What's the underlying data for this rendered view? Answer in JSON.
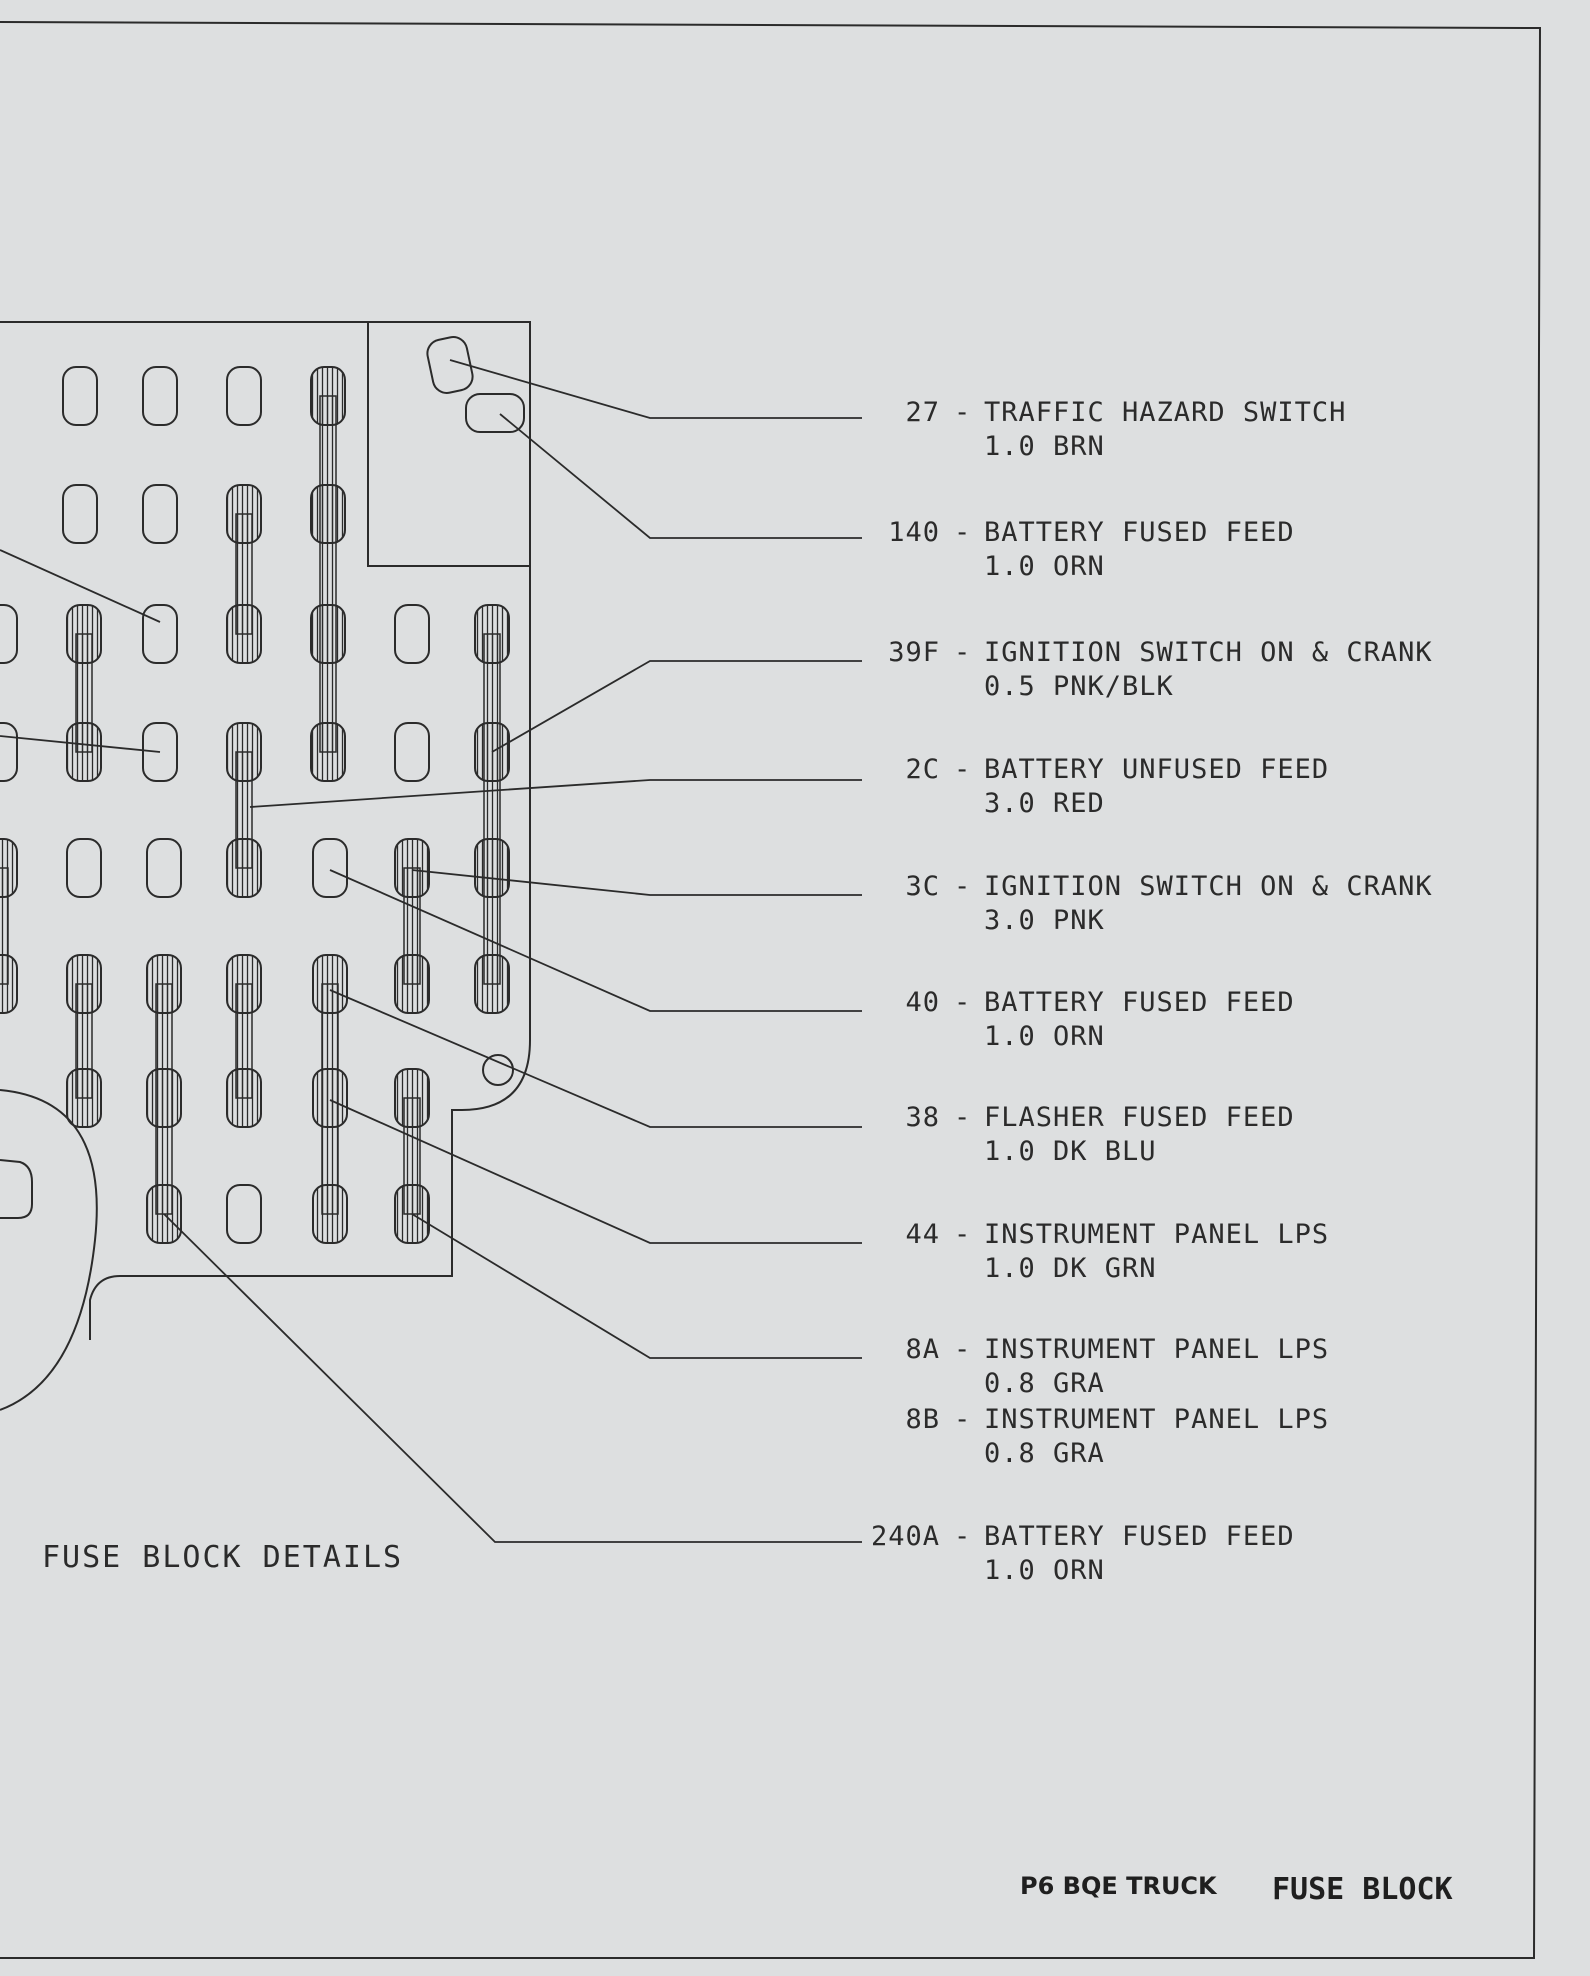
{
  "title": "FUSE BLOCK",
  "vehicle": "P6 BQE TRUCK",
  "caption": "FUSE BLOCK DETAILS",
  "colors": {
    "paper": "#dddfe0",
    "ink": "#2b2b2b"
  },
  "circuits": [
    {
      "number": "27",
      "description": "TRAFFIC HAZARD SWITCH",
      "wire": "1.0 BRN"
    },
    {
      "number": "140",
      "description": "BATTERY FUSED FEED",
      "wire": "1.0 ORN"
    },
    {
      "number": "39F",
      "description": "IGNITION SWITCH ON & CRANK",
      "wire": "0.5 PNK/BLK"
    },
    {
      "number": "2C",
      "description": "BATTERY UNFUSED FEED",
      "wire": "3.0 RED"
    },
    {
      "number": "3C",
      "description": "IGNITION SWITCH ON & CRANK",
      "wire": "3.0 PNK"
    },
    {
      "number": "40",
      "description": "BATTERY FUSED FEED",
      "wire": "1.0 ORN"
    },
    {
      "number": "38",
      "description": "FLASHER FUSED FEED",
      "wire": "1.0 DK BLU"
    },
    {
      "number": "44",
      "description": "INSTRUMENT PANEL LPS",
      "wire": "1.0 DK GRN"
    },
    {
      "number": "8A",
      "description": "INSTRUMENT PANEL LPS",
      "wire": "0.8 GRA"
    },
    {
      "number": "8B",
      "description": "INSTRUMENT PANEL LPS",
      "wire": "0.8 GRA"
    },
    {
      "number": "240A",
      "description": "BATTERY FUSED FEED",
      "wire": "1.0 ORN"
    }
  ]
}
